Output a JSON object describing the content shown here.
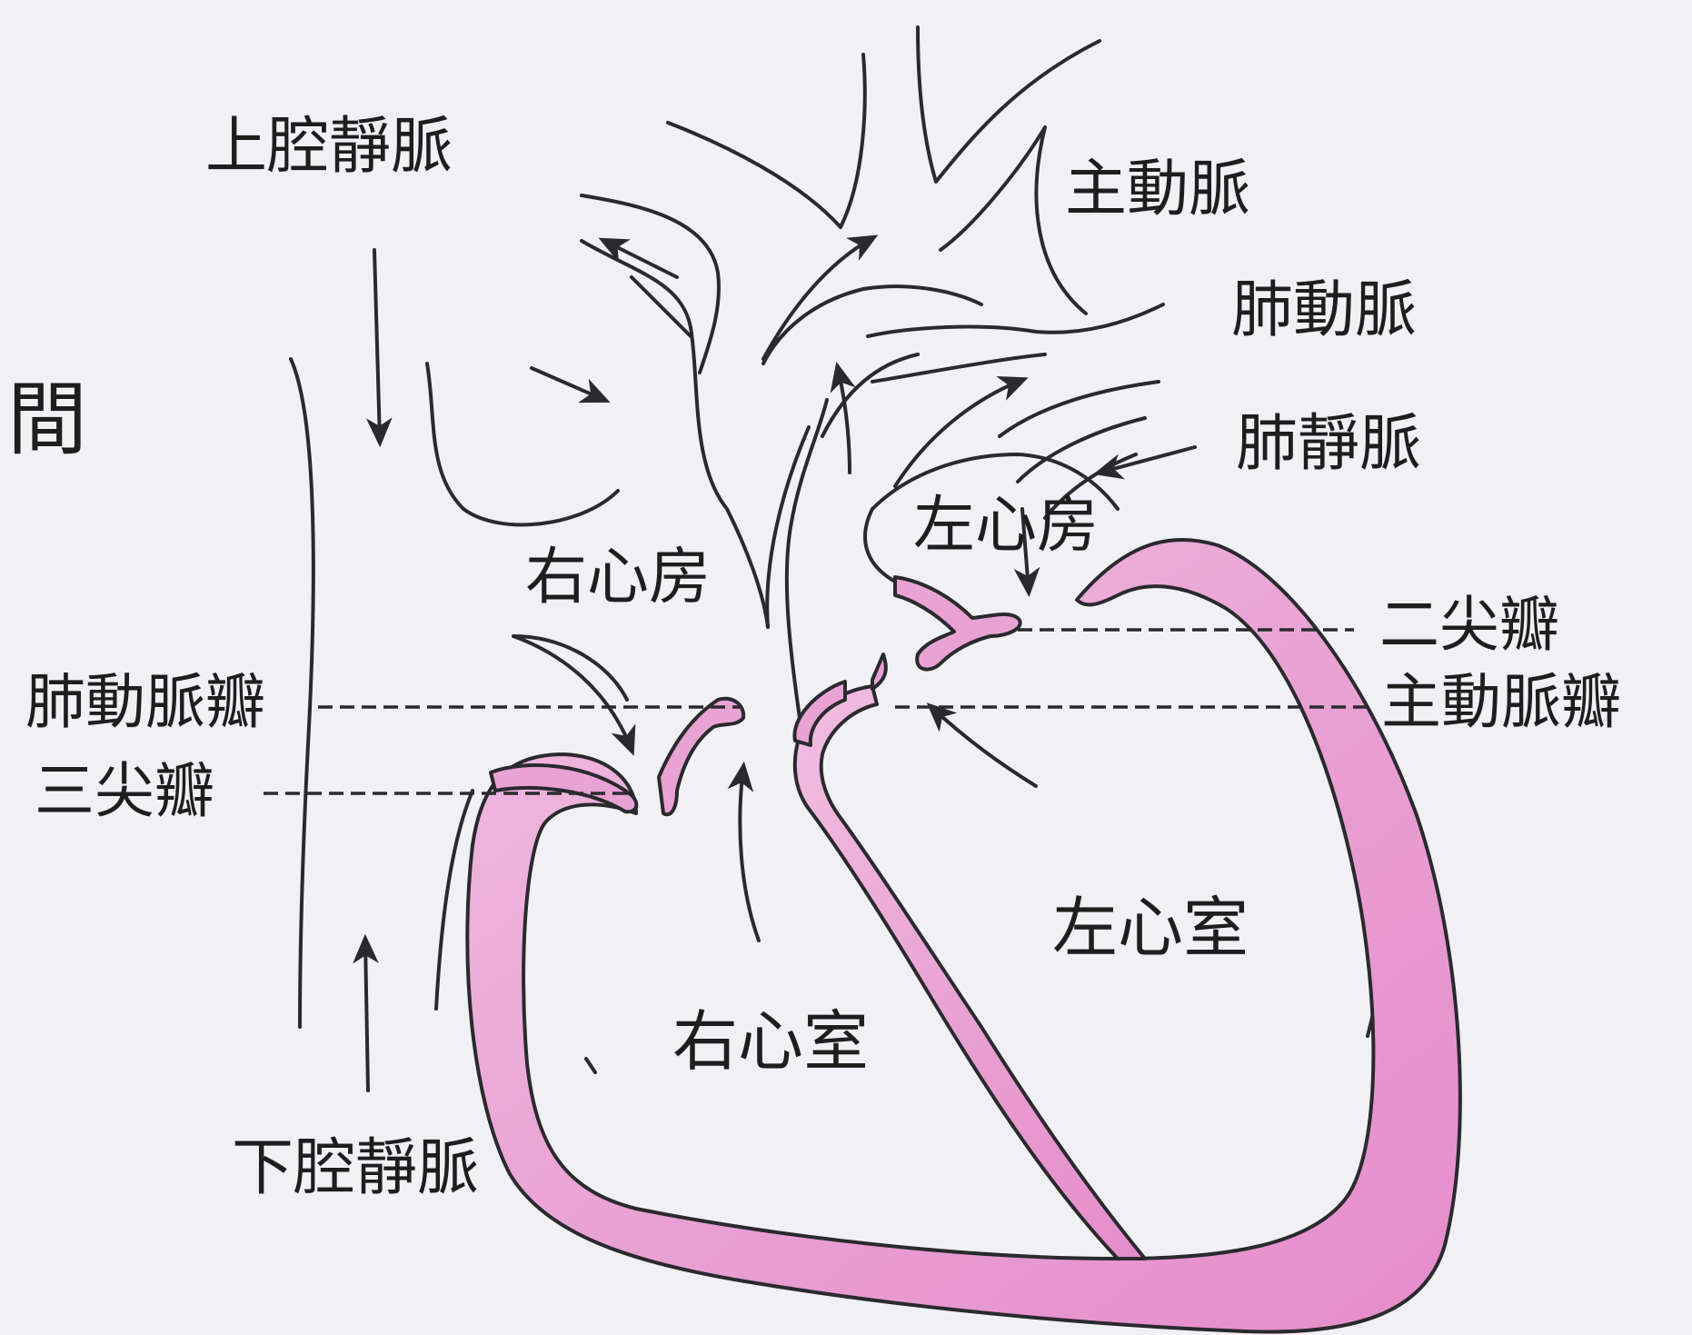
{
  "colors": {
    "background": "#f1f0f5",
    "ink": "#2a2a2e",
    "muscle_wall": "#e9a2d4",
    "muscle_wall_light": "#f2bde2"
  },
  "labels": {
    "svc": "上腔靜脈",
    "aorta": "主動脈",
    "pulmonary_artery": "肺動脈",
    "pulmonary_vein": "肺靜脈",
    "left_atrium": "左心房",
    "right_atrium": "右心房",
    "mitral_valve": "二尖瓣",
    "aortic_valve": "主動脈瓣",
    "pulmonary_valve": "肺動脈瓣",
    "tricuspid_valve": "三尖瓣",
    "left_ventricle": "左心室",
    "right_ventricle": "右心室",
    "ivc": "下腔靜脈",
    "partial_edge_text": "間"
  }
}
